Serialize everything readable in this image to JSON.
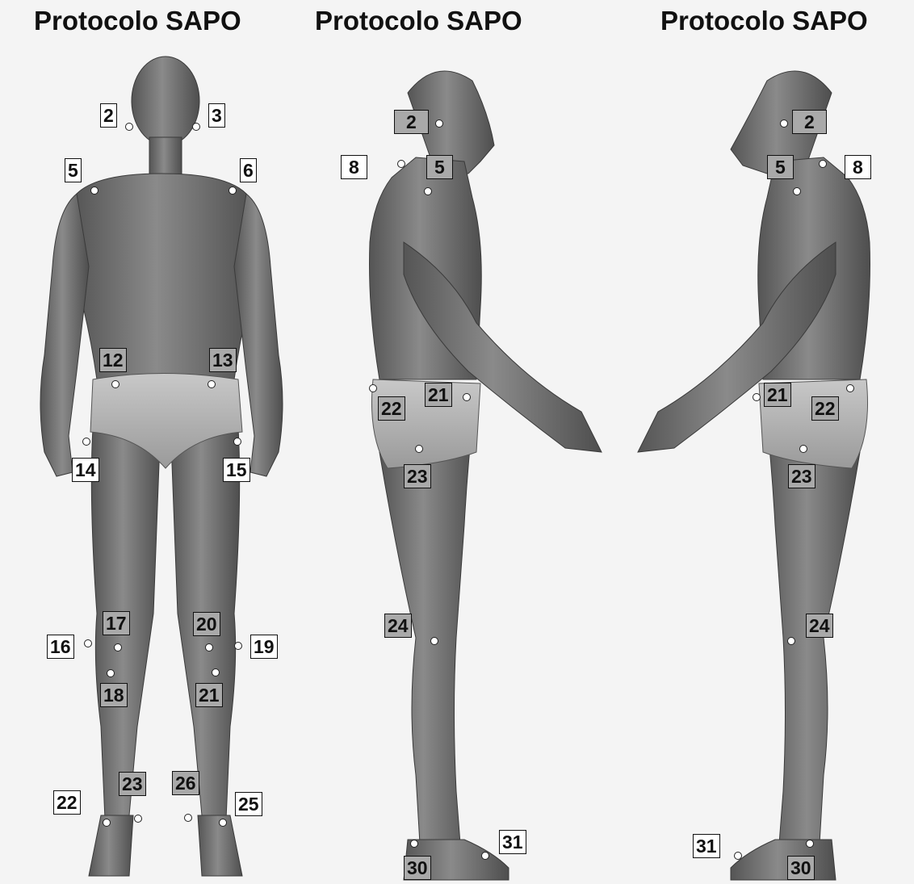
{
  "titles": {
    "front": "Protocolo SAPO",
    "side_right": "Protocolo SAPO",
    "side_left": "Protocolo SAPO"
  },
  "front_labels": {
    "l2": "2",
    "l3": "3",
    "l5": "5",
    "l6": "6",
    "l12": "12",
    "l13": "13",
    "l14": "14",
    "l15": "15",
    "l16": "16",
    "l17": "17",
    "l18": "18",
    "l19": "19",
    "l20": "20",
    "l21": "21",
    "l22": "22",
    "l23": "23",
    "l25": "25",
    "l26": "26"
  },
  "side_right_labels": {
    "l2": "2",
    "l5": "5",
    "l8": "8",
    "l21": "21",
    "l22": "22",
    "l23": "23",
    "l24": "24",
    "l30": "30",
    "l31": "31"
  },
  "side_left_labels": {
    "l2": "2",
    "l5": "5",
    "l8": "8",
    "l21": "21",
    "l22": "22",
    "l23": "23",
    "l24": "24",
    "l30": "30",
    "l31": "31"
  },
  "colors": {
    "background": "#f4f4f4",
    "figure": "#6e6e6e",
    "briefs": "#b5b5b5",
    "label_white": "#ffffff",
    "label_gray": "#a9a9a9"
  }
}
